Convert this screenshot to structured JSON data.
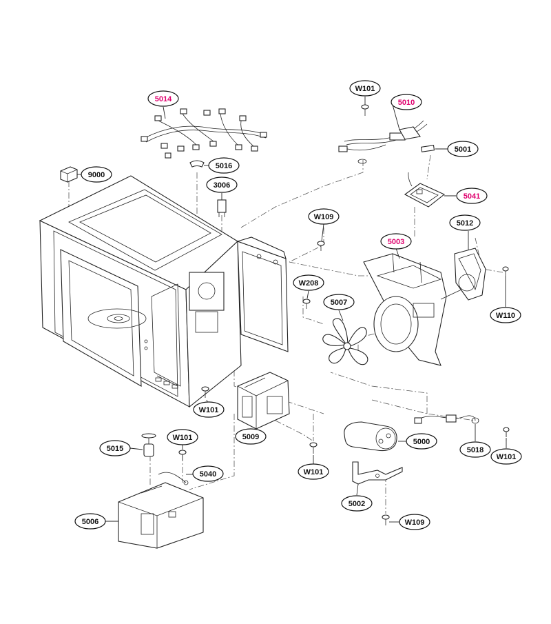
{
  "colors": {
    "highlight": "#e0006e",
    "normal": "#111111"
  },
  "labels": {
    "5014": "5014",
    "5010": "5010",
    "5041": "5041",
    "5003": "5003",
    "w101_top": "W101",
    "5001": "5001",
    "9000": "9000",
    "5016": "5016",
    "3006": "3006",
    "w109_top": "W109",
    "5012": "5012",
    "w208": "W208",
    "5007": "5007",
    "w110": "W110",
    "w101_mid": "W101",
    "5009": "5009",
    "5000": "5000",
    "5015": "5015",
    "w101_left": "W101",
    "5040": "5040",
    "w101_lower": "W101",
    "5018": "5018",
    "w101_right": "W101",
    "5002": "5002",
    "5006": "5006",
    "w109_bottom": "W109"
  },
  "highlighted": [
    "5014",
    "5010",
    "5041",
    "5003"
  ]
}
